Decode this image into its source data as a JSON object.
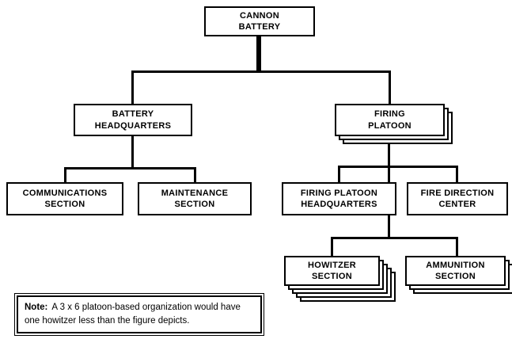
{
  "diagram": {
    "type": "org-chart",
    "nodes": {
      "cannon_battery": "CANNON\nBATTERY",
      "battery_headquarters": "BATTERY\nHEADQUARTERS",
      "firing_platoon": "FIRING\nPLATOON",
      "communications_section": "COMMUNICATIONS\nSECTION",
      "maintenance_section": "MAINTENANCE\nSECTION",
      "firing_platoon_headquarters": "FIRING PLATOON\nHEADQUARTERS",
      "fire_direction_center": "FIRE DIRECTION\nCENTER",
      "howitzer_section": "HOWITZER\nSECTION",
      "ammunition_section": "AMMUNITION\nSECTION"
    },
    "edges": [
      [
        "cannon_battery",
        "battery_headquarters"
      ],
      [
        "cannon_battery",
        "firing_platoon"
      ],
      [
        "battery_headquarters",
        "communications_section"
      ],
      [
        "battery_headquarters",
        "maintenance_section"
      ],
      [
        "firing_platoon",
        "firing_platoon_headquarters"
      ],
      [
        "firing_platoon",
        "fire_direction_center"
      ],
      [
        "firing_platoon",
        "howitzer_section"
      ],
      [
        "firing_platoon",
        "ammunition_section"
      ]
    ],
    "stacked_nodes": [
      "firing_platoon",
      "howitzer_section",
      "ammunition_section"
    ]
  },
  "note": {
    "label": "Note:",
    "text": "A 3 x 6 platoon-based organization would have one howitzer less than the figure depicts."
  },
  "colors": {
    "line": "#000000",
    "box_border": "#000000",
    "background": "#ffffff"
  }
}
